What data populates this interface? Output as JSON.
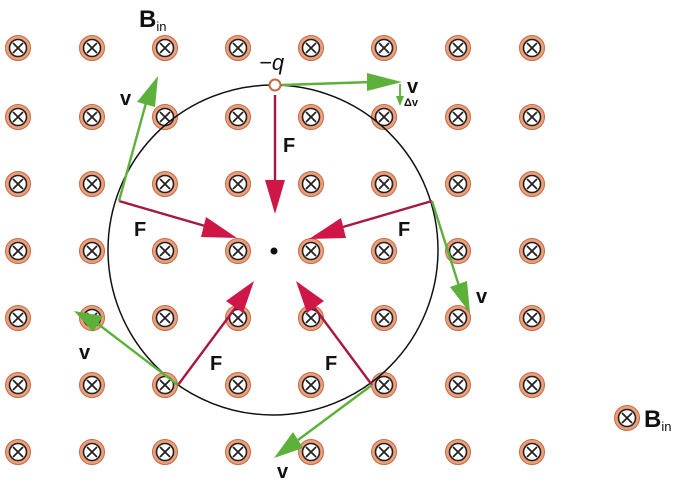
{
  "labels": {
    "b_field_top": "B",
    "b_field_top_sub": "in",
    "charge": "−q",
    "v_label": "v",
    "delta_v": "Δv",
    "f_label": "F"
  },
  "legend": {
    "symbol": "field-into-page-icon",
    "text": "B",
    "sub": "in"
  },
  "colors": {
    "symbol_fill": "#ec9f7c",
    "symbol_ring": "#c56a43",
    "force_arrow": "#cf1747",
    "force_line": "#a8173f",
    "velocity_arrow": "#5db13b",
    "circle": "#111111"
  }
}
